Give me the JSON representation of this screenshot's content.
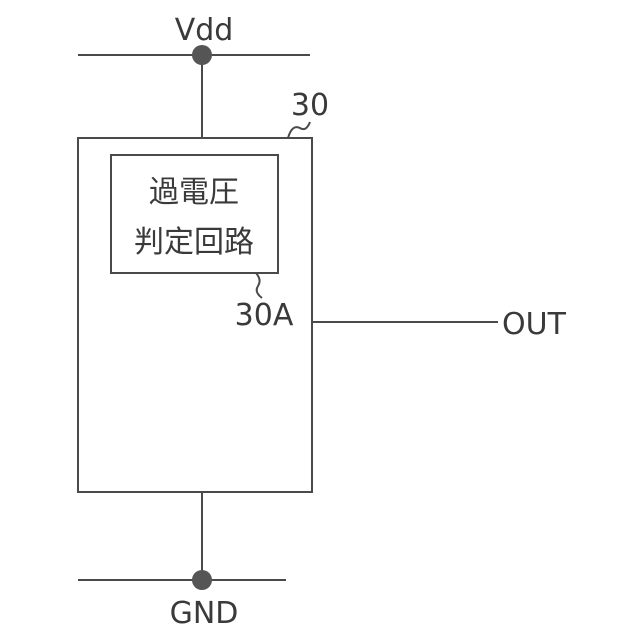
{
  "diagram": {
    "supply_label": "Vdd",
    "ground_label": "GND",
    "output_label": "OUT",
    "block_ref": "30",
    "sub_block_ref": "30A",
    "sub_block_text_line1": "過電圧",
    "sub_block_text_line2": "判定回路"
  },
  "colors": {
    "line": "#4a4a4a",
    "node": "#555555",
    "text": "#3a3a3a"
  }
}
